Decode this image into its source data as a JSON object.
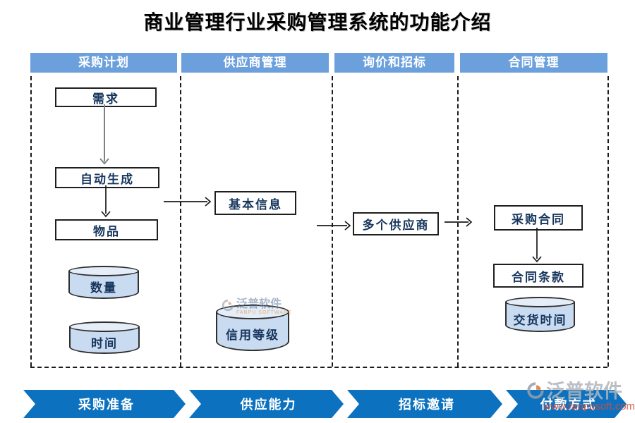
{
  "title": "商业管理行业采购管理系统的功能介绍",
  "columns": [
    {
      "header": "采购计划",
      "nodes": {
        "demand": "需求",
        "auto_generate": "自动生成",
        "items": "物品",
        "quantity": "数量",
        "time": "时间"
      }
    },
    {
      "header": "供应商管理",
      "nodes": {
        "basic_info": "基本信息",
        "credit_rating": "信用等级"
      }
    },
    {
      "header": "询价和招标",
      "nodes": {
        "multiple_suppliers": "多个供应商"
      }
    },
    {
      "header": "合同管理",
      "nodes": {
        "purchase_contract": "采购合同",
        "contract_terms": "合同条款",
        "delivery_time": "交货时间"
      }
    }
  ],
  "banner": {
    "steps": [
      {
        "label": "采购准备"
      },
      {
        "label": "供应能力"
      },
      {
        "label": "招标邀请"
      },
      {
        "label": "付款方式"
      }
    ]
  },
  "watermarks": {
    "center": {
      "brand": "泛普软件",
      "sub": "FANPU SOFTWARE"
    },
    "bottom_right": {
      "brand": "泛普软件",
      "url": "www.fanpusoft.com"
    }
  },
  "colors": {
    "header_blue": "#6CA0DC",
    "banner_blue": "#0C72C0",
    "cylinder_fill": "#C9DBF0",
    "box_text_navy": "#17365D"
  }
}
